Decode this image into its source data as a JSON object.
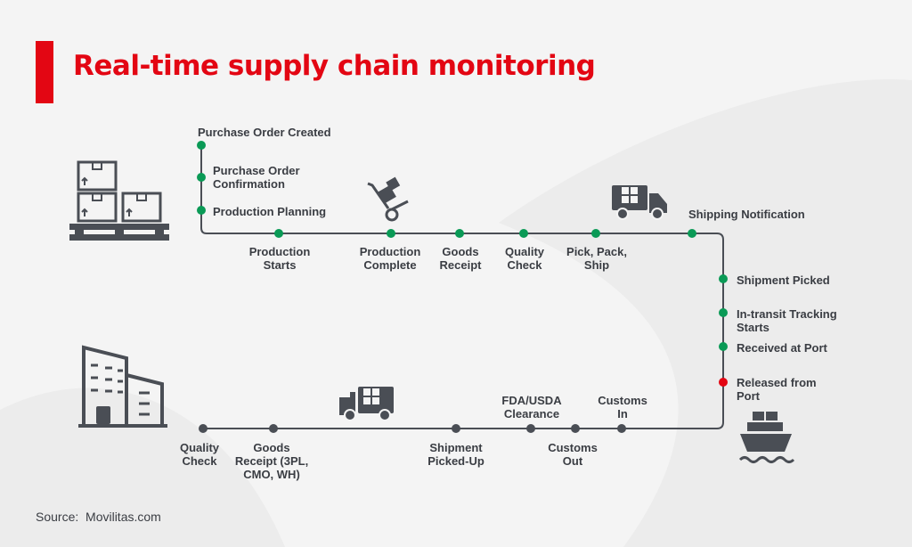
{
  "title": "Real-time supply chain monitoring",
  "source": {
    "prefix": "Source:",
    "name": "Movilitas.com"
  },
  "colors": {
    "accent": "#e30613",
    "line": "#4a4e55",
    "milestone": "#0a9a56",
    "alert": "#e30613",
    "icon": "#4a4e55"
  },
  "milestones": [
    {
      "id": "purchase-order-created",
      "label": "Purchase Order Created",
      "status": "done"
    },
    {
      "id": "purchase-order-confirmation",
      "label": "Purchase Order\nConfirmation",
      "status": "done"
    },
    {
      "id": "production-planning",
      "label": "Production Planning",
      "status": "done"
    },
    {
      "id": "production-starts",
      "label": "Production\nStarts",
      "status": "done"
    },
    {
      "id": "production-complete",
      "label": "Production\nComplete",
      "status": "done"
    },
    {
      "id": "goods-receipt",
      "label": "Goods\nReceipt",
      "status": "done"
    },
    {
      "id": "quality-check",
      "label": "Quality\nCheck",
      "status": "done"
    },
    {
      "id": "pick-pack-ship",
      "label": "Pick, Pack,\nShip",
      "status": "done"
    },
    {
      "id": "shipping-notification",
      "label": "Shipping Notification",
      "status": "done"
    },
    {
      "id": "shipment-picked",
      "label": "Shipment Picked",
      "status": "done"
    },
    {
      "id": "in-transit-tracking-starts",
      "label": "In-transit Tracking\nStarts",
      "status": "done"
    },
    {
      "id": "received-at-port",
      "label": "Received at Port",
      "status": "done"
    },
    {
      "id": "released-from-port",
      "label": "Released from\nPort",
      "status": "alert"
    },
    {
      "id": "customs-in",
      "label": "Customs\nIn",
      "status": "pending"
    },
    {
      "id": "customs-out",
      "label": "Customs\nOut",
      "status": "pending"
    },
    {
      "id": "fda-usda-clearance",
      "label": "FDA/USDA\nClearance",
      "status": "pending"
    },
    {
      "id": "shipment-picked-up",
      "label": "Shipment\nPicked-Up",
      "status": "pending"
    },
    {
      "id": "goods-receipt-3pl",
      "label": "Goods\nReceipt (3PL,\nCMO, WH)",
      "status": "pending"
    },
    {
      "id": "quality-check-final",
      "label": "Quality\nCheck",
      "status": "pending"
    }
  ],
  "icons": [
    "boxes-on-pallet-icon",
    "hand-truck-icon",
    "delivery-truck-icon",
    "cargo-ship-icon",
    "delivery-truck-icon",
    "warehouse-building-icon"
  ]
}
